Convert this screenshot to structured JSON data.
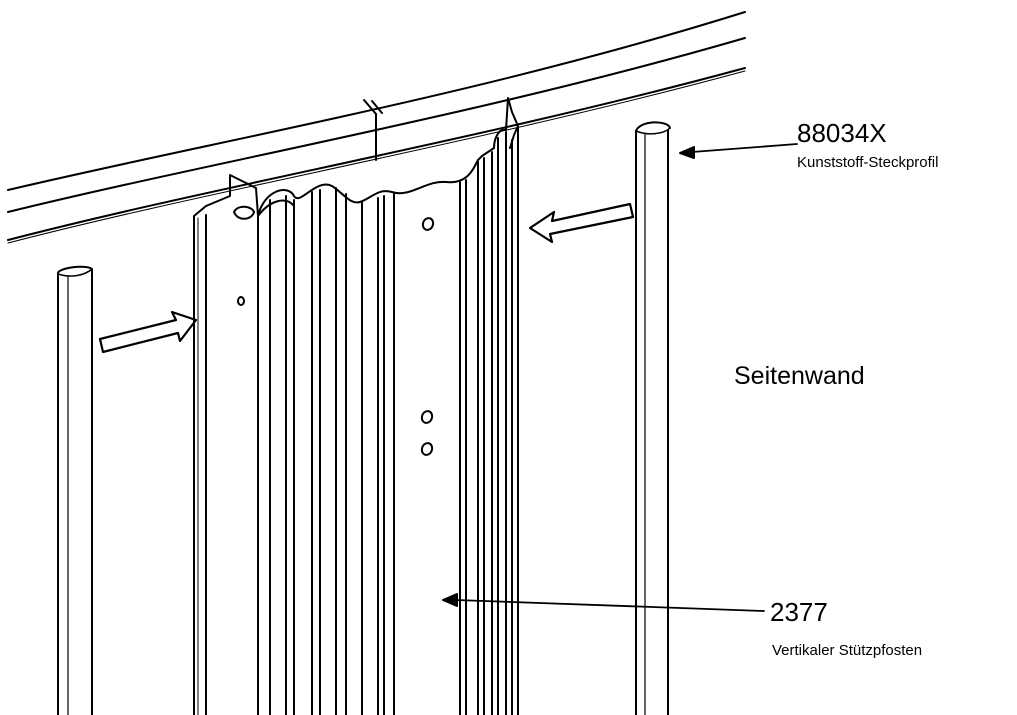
{
  "callouts": {
    "profile": {
      "part_number": "88034X",
      "description": "Kunststoff-Steckprofil"
    },
    "post": {
      "part_number": "2377",
      "description": "Vertikaler Stützpfosten"
    }
  },
  "area_label": "Seitenwand",
  "colors": {
    "line": "#000000",
    "background": "#ffffff"
  }
}
